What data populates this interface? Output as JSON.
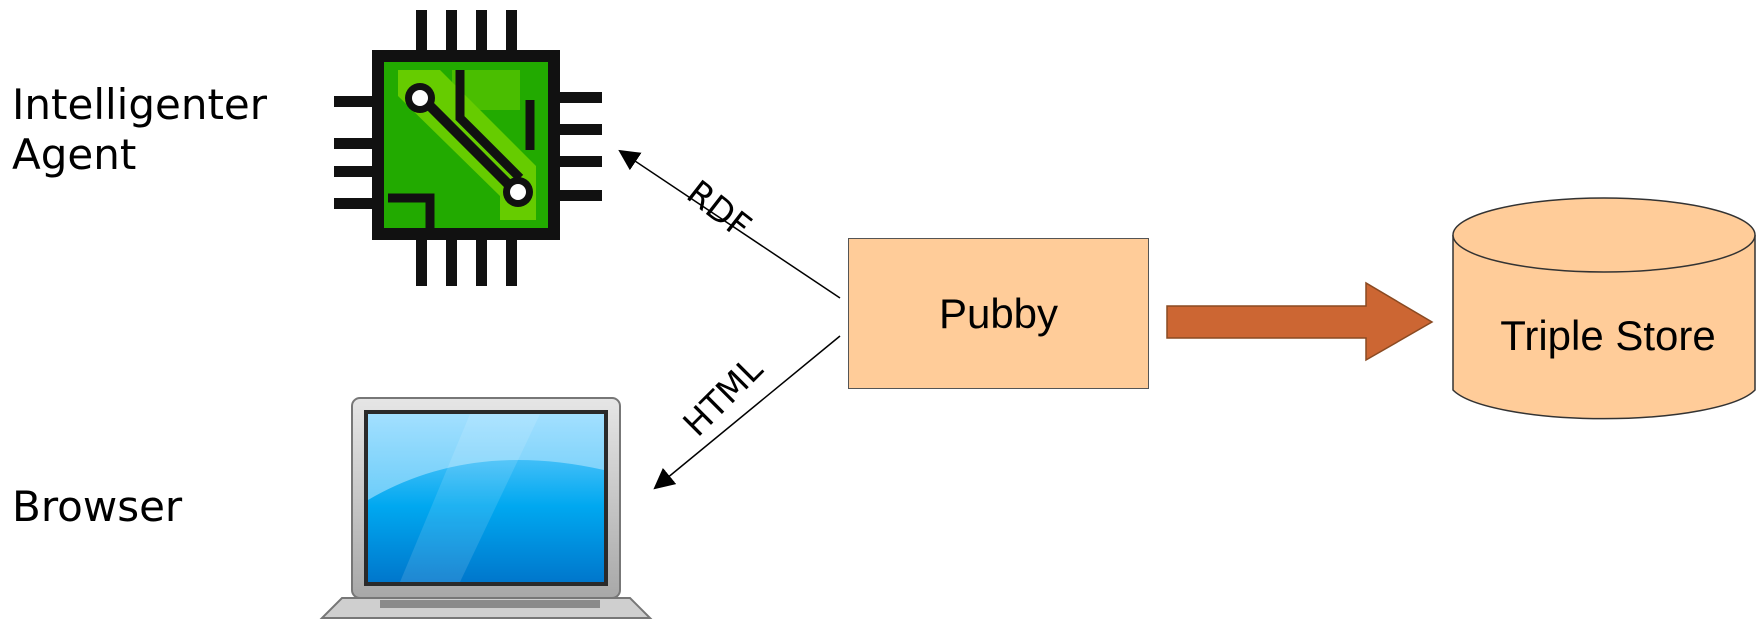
{
  "agent": {
    "line1": "Intelligenter",
    "line2": "Agent",
    "icon": "chip-icon"
  },
  "browser": {
    "label": "Browser",
    "icon": "laptop-icon"
  },
  "pubby": {
    "label": "Pubby"
  },
  "store": {
    "label": "Triple Store",
    "icon": "database-cylinder-icon"
  },
  "edges": {
    "rdf": "RDF",
    "html": "HTML"
  },
  "colors": {
    "box_fill": "#ffcc99",
    "arrow_fill": "#cc6633",
    "chip_green": "#22aa00",
    "chip_light": "#66cc00",
    "screen_blue": "#00aaff"
  }
}
